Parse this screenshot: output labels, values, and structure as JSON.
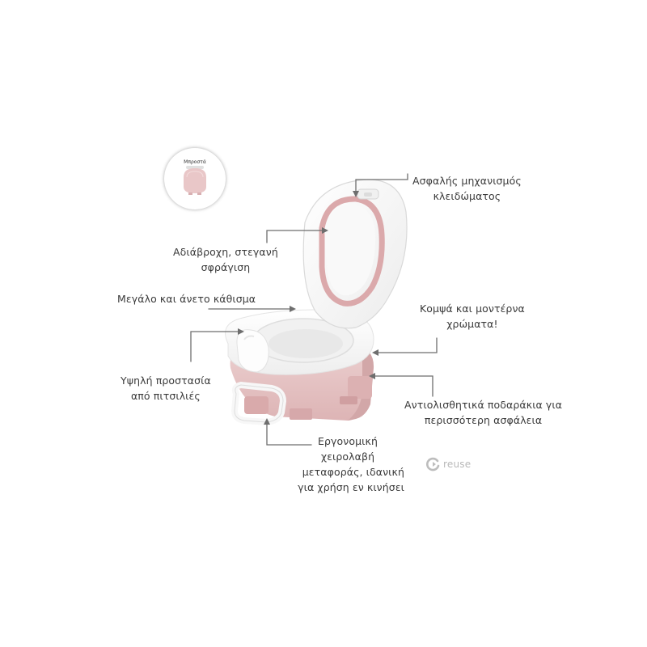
{
  "thumbnail": {
    "label": "Μπροστά"
  },
  "callouts": {
    "lock_mechanism": {
      "line1": "Ασφαλής μηχανισμός",
      "line2": "κλειδώματος"
    },
    "waterproof_seal": {
      "line1": "Αδιάβροχη, στεγανή",
      "line2": "σφράγιση"
    },
    "large_seat": {
      "line1": "Μεγάλο και άνετο κάθισμα"
    },
    "colors": {
      "line1": "Κομψά και μοντέρνα",
      "line2": "χρώματα!"
    },
    "splash_guard": {
      "line1": "Υψηλή προστασία",
      "line2": "από πιτσιλιές"
    },
    "anti_slip_feet": {
      "line1": "Αντιολισθητικά ποδαράκια για",
      "line2": "περισσότερη ασφάλεια"
    },
    "handle": {
      "line1": "Εργονομική",
      "line2": "χειρολαβή",
      "line3": "μεταφοράς, ιδανική",
      "line4": "για χρήση εν κινήσει"
    }
  },
  "watermark": {
    "text": "reuse"
  },
  "colors": {
    "pink_body": "#e8c6c6",
    "pink_dark": "#d9aeae",
    "white_shell": "#fafafa",
    "arrow_gray": "#6b6b6b"
  },
  "icons": {
    "product": "potty-seat-image",
    "thumbnail": "potty-front-thumbnail",
    "watermark": "reuse-logo-icon"
  }
}
